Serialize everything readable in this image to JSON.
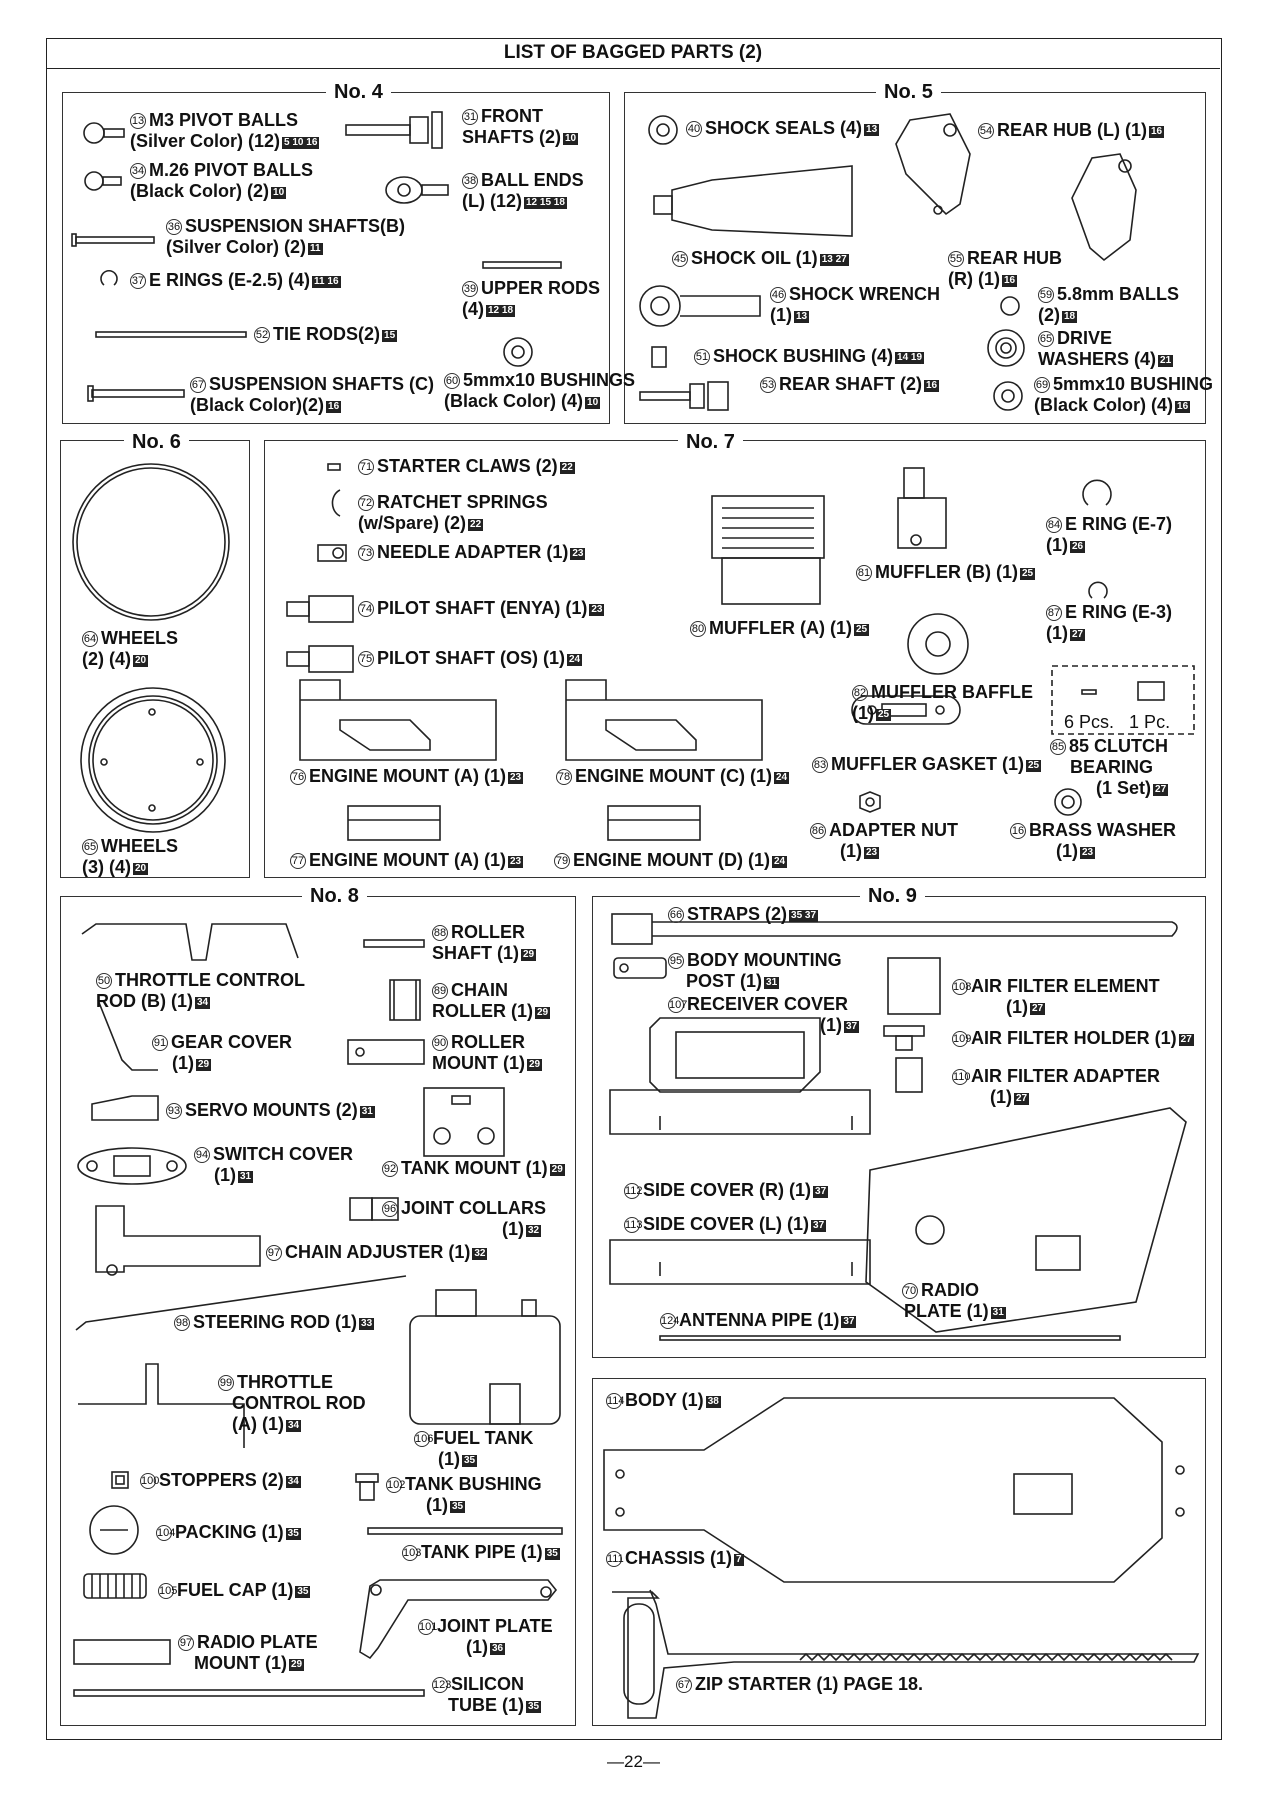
{
  "page_title": "LIST OF BAGGED PARTS (2)",
  "page_number": "—22—",
  "sections": {
    "no4": "No. 4",
    "no5": "No. 5",
    "no6": "No. 6",
    "no7": "No. 7",
    "no8": "No. 8",
    "no9": "No. 9"
  },
  "parts": {
    "p13": {
      "num": "13",
      "l1": "M3 PIVOT BALLS",
      "l2": "(Silver Color) (12)",
      "ref": "5 10 16"
    },
    "p31": {
      "num": "31",
      "l1": "FRONT",
      "l2": "SHAFTS (2)",
      "ref": "10"
    },
    "p34": {
      "num": "34",
      "l1": "M.26 PIVOT BALLS",
      "l2": "(Black Color) (2)",
      "ref": "10"
    },
    "p38": {
      "num": "38",
      "l1": "BALL ENDS",
      "l2": "(L) (12)",
      "ref": "12 15 18"
    },
    "p36": {
      "num": "36",
      "l1": "SUSPENSION SHAFTS(B)",
      "l2": "(Silver Color) (2)",
      "ref": "11"
    },
    "p37": {
      "num": "37",
      "l1": "E RINGS (E-2.5) (4)",
      "ref": "11 16"
    },
    "p39": {
      "num": "39",
      "l1": "UPPER RODS",
      "l2": "(4)",
      "ref": "12 18"
    },
    "p52": {
      "num": "52",
      "l1": "TIE RODS(2)",
      "ref": "15"
    },
    "p67": {
      "num": "67",
      "l1": "SUSPENSION SHAFTS (C)",
      "l2": "(Black Color)(2)",
      "ref": "16"
    },
    "p60": {
      "num": "60",
      "l1": "5mmx10 BUSHINGS",
      "l2": "(Black Color) (4)",
      "ref": "10"
    },
    "p40": {
      "num": "40",
      "l1": "SHOCK SEALS (4)",
      "ref": "13"
    },
    "p54": {
      "num": "54",
      "l1": "REAR HUB (L) (1)",
      "ref": "16"
    },
    "p45": {
      "num": "45",
      "l1": "SHOCK OIL (1)",
      "ref": "13 27"
    },
    "p55": {
      "num": "55",
      "l1": "REAR HUB",
      "l2": "(R) (1)",
      "ref": "16"
    },
    "p46": {
      "num": "46",
      "l1": "SHOCK WRENCH",
      "l2": "(1)",
      "ref": "13"
    },
    "p59": {
      "num": "59",
      "l1": "5.8mm BALLS",
      "l2": "(2)",
      "ref": "18"
    },
    "p65d": {
      "num": "65",
      "l1": "DRIVE",
      "l2": "WASHERS (4)",
      "ref": "21"
    },
    "p51": {
      "num": "51",
      "l1": "SHOCK BUSHING (4)",
      "ref": "14 19"
    },
    "p53": {
      "num": "53",
      "l1": "REAR SHAFT (2)",
      "ref": "16"
    },
    "p69": {
      "num": "69",
      "l1": "5mmx10 BUSHING",
      "l2": "(Black Color) (4)",
      "ref": "16"
    },
    "p64": {
      "num": "64",
      "l1": "WHEELS",
      "l2": "(2) (4)",
      "ref": "20"
    },
    "p65": {
      "num": "65",
      "l1": "WHEELS",
      "l2": "(3) (4)",
      "ref": "20"
    },
    "p71": {
      "num": "71",
      "l1": "STARTER CLAWS (2)",
      "ref": "22"
    },
    "p72": {
      "num": "72",
      "l1": "RATCHET SPRINGS",
      "l2": "(w/Spare) (2)",
      "ref": "22"
    },
    "p73": {
      "num": "73",
      "l1": "NEEDLE ADAPTER (1)",
      "ref": "23"
    },
    "p74": {
      "num": "74",
      "l1": "PILOT SHAFT (ENYA) (1)",
      "ref": "23"
    },
    "p75": {
      "num": "75",
      "l1": "PILOT SHAFT (OS) (1)",
      "ref": "24"
    },
    "p84": {
      "num": "84",
      "l1": "E RING (E-7)",
      "l2": "(1)",
      "ref": "26"
    },
    "p81": {
      "num": "81",
      "l1": "MUFFLER (B) (1)",
      "ref": "25"
    },
    "p87": {
      "num": "87",
      "l1": "E RING (E-3)",
      "l2": "(1)",
      "ref": "27"
    },
    "p80": {
      "num": "80",
      "l1": "MUFFLER (A) (1)",
      "ref": "25"
    },
    "p82": {
      "num": "82",
      "l1": "MUFFLER BAFFLE",
      "l2": "(1)",
      "ref": "25"
    },
    "p83": {
      "num": "83",
      "l1": "MUFFLER GASKET (1)",
      "ref": "25"
    },
    "p85": {
      "num": "85",
      "l1": "85 CLUTCH",
      "l2": "BEARING",
      "l3": "(1 Set)",
      "ref": "27",
      "pcs1": "6 Pcs.",
      "pcs2": "1 Pc."
    },
    "p76": {
      "num": "76",
      "l1": "ENGINE MOUNT (A) (1)",
      "ref": "23"
    },
    "p78": {
      "num": "78",
      "l1": "ENGINE MOUNT (C) (1)",
      "ref": "24"
    },
    "p77": {
      "num": "77",
      "l1": "ENGINE MOUNT (A) (1)",
      "ref": "23"
    },
    "p79": {
      "num": "79",
      "l1": "ENGINE MOUNT (D) (1)",
      "ref": "24"
    },
    "p86": {
      "num": "86",
      "l1": "ADAPTER NUT",
      "l2": "(1)",
      "ref": "23"
    },
    "p16": {
      "num": "16",
      "l1": "BRASS WASHER",
      "l2": "(1)",
      "ref": "23"
    },
    "p88": {
      "num": "88",
      "l1": "ROLLER",
      "l2": "SHAFT (1)",
      "ref": "29"
    },
    "p50": {
      "num": "50",
      "l1": "THROTTLE CONTROL",
      "l2": "ROD (B) (1)",
      "ref": "34"
    },
    "p89": {
      "num": "89",
      "l1": "CHAIN",
      "l2": "ROLLER (1)",
      "ref": "29"
    },
    "p91": {
      "num": "91",
      "l1": "GEAR COVER",
      "l2": "(1)",
      "ref": "29"
    },
    "p90": {
      "num": "90",
      "l1": "ROLLER",
      "l2": "MOUNT (1)",
      "ref": "29"
    },
    "p93": {
      "num": "93",
      "l1": "SERVO MOUNTS (2)",
      "ref": "31"
    },
    "p94": {
      "num": "94",
      "l1": "SWITCH COVER",
      "l2": "(1)",
      "ref": "31"
    },
    "p92": {
      "num": "92",
      "l1": "TANK MOUNT (1)",
      "ref": "29"
    },
    "p96": {
      "num": "96",
      "l1": "JOINT COLLARS",
      "l2": "(1)",
      "ref": "32"
    },
    "p97": {
      "num": "97",
      "l1": "CHAIN ADJUSTER (1)",
      "ref": "32"
    },
    "p98": {
      "num": "98",
      "l1": "STEERING ROD (1)",
      "ref": "33"
    },
    "p99": {
      "num": "99",
      "l1": "THROTTLE",
      "l2": "CONTROL ROD",
      "l3": "(A) (1)",
      "ref": "34"
    },
    "p06": {
      "num": "106",
      "l1": "FUEL TANK",
      "l2": "(1)",
      "ref": "35"
    },
    "p100": {
      "num": "100",
      "l1": "STOPPERS (2)",
      "ref": "34"
    },
    "p102": {
      "num": "102",
      "l1": "TANK BUSHING",
      "l2": "(1)",
      "ref": "35"
    },
    "p104": {
      "num": "104",
      "l1": "PACKING (1)",
      "ref": "35"
    },
    "p103": {
      "num": "103",
      "l1": "TANK PIPE (1)",
      "ref": "35"
    },
    "p105": {
      "num": "105",
      "l1": "FUEL CAP (1)",
      "ref": "35"
    },
    "p97b": {
      "num": "97",
      "l1": "RADIO PLATE",
      "l2": "MOUNT (1)",
      "ref": "29"
    },
    "p101": {
      "num": "101",
      "l1": "JOINT PLATE",
      "l2": "(1)",
      "ref": "36"
    },
    "p123": {
      "num": "123",
      "l1": "SILICON",
      "l2": "TUBE (1)",
      "ref": "35"
    },
    "p66": {
      "num": "66",
      "l1": "STRAPS (2)",
      "ref": "35 37"
    },
    "p95": {
      "num": "95",
      "l1": "BODY MOUNTING",
      "l2": "POST (1)",
      "ref": "31"
    },
    "p107": {
      "num": "107",
      "l1": "RECEIVER COVER",
      "l2": "(1)",
      "ref": "37"
    },
    "p108": {
      "num": "108",
      "l1": "AIR FILTER ELEMENT",
      "l2": "(1)",
      "ref": "27"
    },
    "p109": {
      "num": "109",
      "l1": "AIR FILTER HOLDER (1)",
      "ref": "27"
    },
    "p110": {
      "num": "110",
      "l1": "AIR FILTER ADAPTER",
      "l2": "(1)",
      "ref": "27"
    },
    "p112": {
      "num": "112",
      "l1": "SIDE COVER (R) (1)",
      "ref": "37"
    },
    "p113": {
      "num": "113",
      "l1": "SIDE COVER (L) (1)",
      "ref": "37"
    },
    "p70": {
      "num": "70",
      "l1": "RADIO",
      "l2": "PLATE (1)",
      "ref": "31"
    },
    "p124": {
      "num": "124",
      "l1": "ANTENNA PIPE (1)",
      "ref": "37"
    },
    "p114": {
      "num": "114",
      "l1": "BODY (1)",
      "ref": "38"
    },
    "p111": {
      "num": "111",
      "l1": "CHASSIS (1)",
      "ref": "7"
    },
    "p67z": {
      "num": "67",
      "l1": "ZIP STARTER (1) PAGE 18."
    }
  }
}
